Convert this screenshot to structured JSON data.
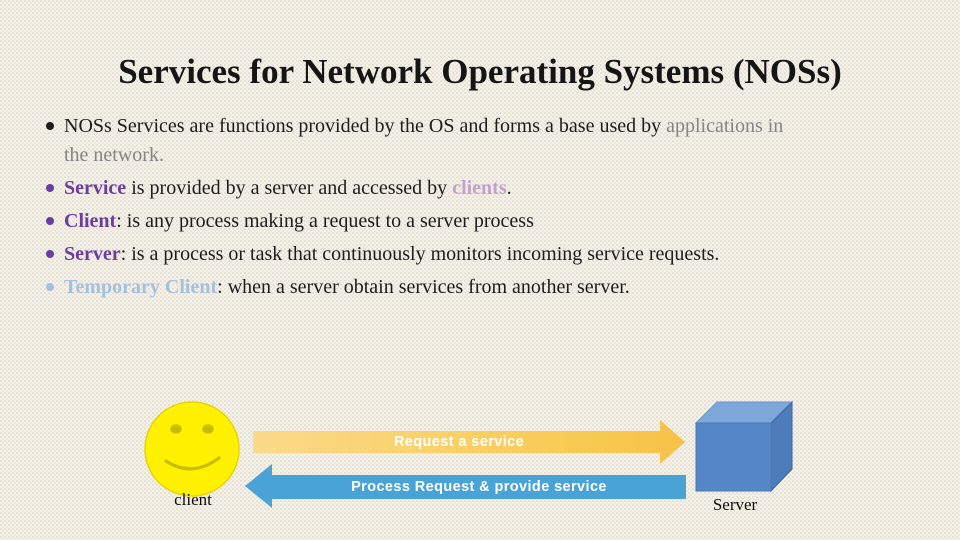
{
  "title": "Services for Network Operating Systems (NOSs)",
  "bullets": [
    {
      "segments": [
        {
          "text": "NOSs Services are functions provided by the OS and forms a base used by ",
          "style": "plain"
        },
        {
          "text": "applications in",
          "style": "gray"
        },
        {
          "text": "the network.",
          "style": "gray"
        }
      ]
    },
    {
      "segments": [
        {
          "text": "Service",
          "style": "purple-bold"
        },
        {
          "text": " is provided by a server and accessed by ",
          "style": "plain"
        },
        {
          "text": "clients",
          "style": "pink-bold"
        },
        {
          "text": ".",
          "style": "plain"
        }
      ]
    },
    {
      "segments": [
        {
          "text": "Client",
          "style": "purple-bold"
        },
        {
          "text": ": is any process making a request to a server process",
          "style": "plain"
        }
      ]
    },
    {
      "segments": [
        {
          "text": "Server",
          "style": "purple-bold"
        },
        {
          "text": ": is a process or task that continuously monitors incoming service requests.",
          "style": "plain"
        }
      ]
    },
    {
      "segments": [
        {
          "text": "Temporary Client",
          "style": "blue-bold"
        },
        {
          "text": ": when a server obtain services from another server.",
          "style": "plain"
        }
      ]
    }
  ],
  "diagram": {
    "client_label": "client",
    "server_label": "Server",
    "request_arrow_label": "Request a service",
    "response_arrow_label": "Process Request & provide service"
  },
  "colors": {
    "keyword_purple": "#6a3d9e",
    "keyword_pink": "#c4a1c9",
    "keyword_lightblue": "#a5c0df",
    "gray_text": "#848484",
    "request_arrow_yellow": "#f8c94f",
    "response_arrow_blue": "#49a3d7",
    "smiley_yellow": "#fff100",
    "cube_front_blue": "#5587c6",
    "cube_top_blue": "#7ea8da",
    "cube_side_blue": "#4c7cba",
    "background_cream": "#f5f2ec"
  }
}
